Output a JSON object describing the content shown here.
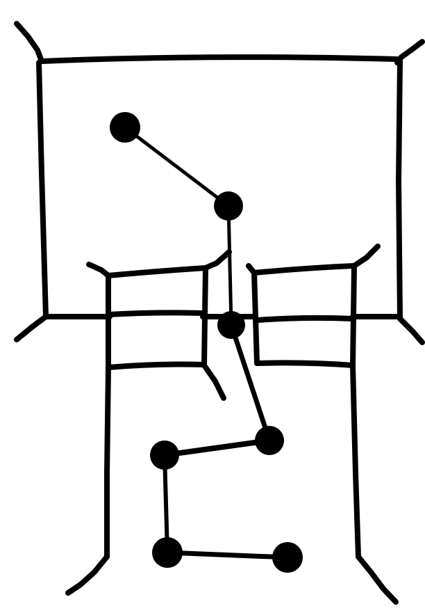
{
  "colors": {
    "background": "#ffffff",
    "ink": "#000000"
  },
  "diagram": {
    "structures": [
      {
        "name": "upper-room"
      },
      {
        "name": "left-passage"
      },
      {
        "name": "right-passage"
      },
      {
        "name": "lower-corridor"
      }
    ],
    "nodes": [
      {
        "name": "node-1"
      },
      {
        "name": "node-2"
      },
      {
        "name": "node-3"
      },
      {
        "name": "node-4"
      },
      {
        "name": "node-5"
      },
      {
        "name": "node-6"
      },
      {
        "name": "node-7"
      }
    ],
    "links": [
      {
        "from": "node-1",
        "to": "node-2"
      },
      {
        "from": "node-2",
        "to": "node-3"
      },
      {
        "from": "node-3",
        "to": "node-4"
      },
      {
        "from": "node-4",
        "to": "node-5"
      },
      {
        "from": "node-5",
        "to": "node-6"
      },
      {
        "from": "node-6",
        "to": "node-7"
      }
    ]
  }
}
